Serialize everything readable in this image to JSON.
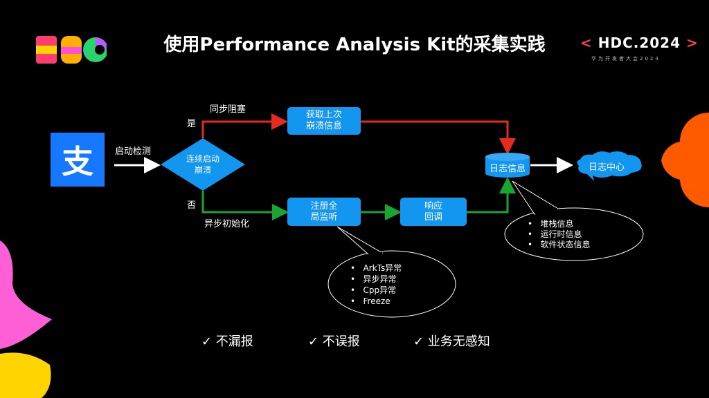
{
  "title": "使用Performance Analysis Kit的采集实践",
  "hdc": {
    "bracket_left": "<",
    "name": "HDC.2024",
    "bracket_right": ">",
    "subtitle": "华为开发者大会2024"
  },
  "app_icon": {
    "glyph": "支"
  },
  "flow": {
    "start_label": "启动检测",
    "decision": {
      "line1": "连续启动",
      "line2": "崩溃"
    },
    "yes_label": "是",
    "no_label": "否",
    "sync_label": "同步阻塞",
    "async_label": "异步初始化",
    "fetch_box": {
      "line1": "获取上次",
      "line2": "崩溃信息"
    },
    "register_box": {
      "line1": "注册全",
      "line2": "局监听"
    },
    "callback_box": {
      "line1": "响应",
      "line2": "回调"
    },
    "log_db": "日志信息",
    "log_center": "日志中心"
  },
  "exception_bubble": [
    "ArkTs异常",
    "异步异常",
    "Cpp异常",
    "Freeze"
  ],
  "log_bubble": [
    "堆栈信息",
    "运行时信息",
    "软件状态信息"
  ],
  "benefits": [
    "✓ 不漏报",
    "✓ 不误报",
    "✓ 业务无感知"
  ],
  "colors": {
    "box_blue": "#1296f0",
    "yes_red": "#e52a1e",
    "no_green": "#1aa531",
    "accent_orange": "#ff5a00",
    "accent_pink": "#ff5fd6",
    "accent_yellow": "#ffd400"
  }
}
